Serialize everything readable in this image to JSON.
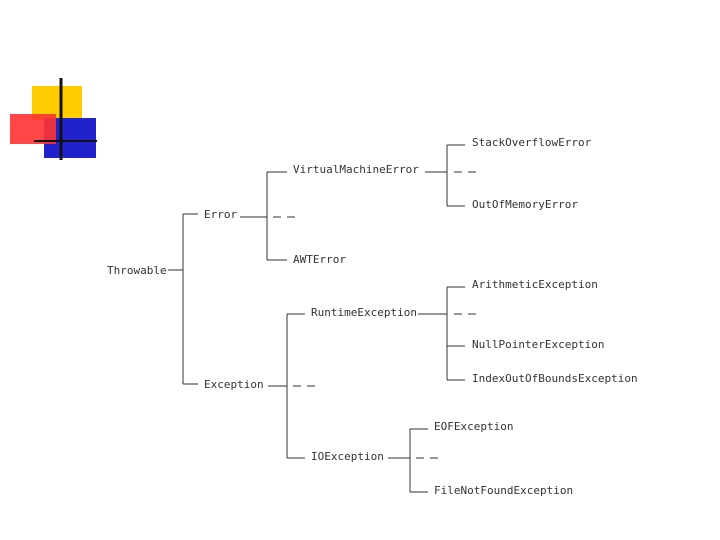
{
  "colors": {
    "background": "#ffffff",
    "line": "#333333",
    "deco_yellow": "#ffcc00",
    "deco_red": "#ff3333",
    "deco_blue": "#2222cc",
    "deco_dark": "#111111"
  },
  "decoration": {
    "icon": "slide-corner-squares-icon"
  },
  "tree": {
    "root": "Throwable",
    "error": {
      "label": "Error",
      "virtual_machine_error": {
        "label": "VirtualMachineError",
        "stack_overflow_error": "StackOverflowError",
        "out_of_memory_error": "OutOfMemoryError"
      },
      "awt_error": "AWTError"
    },
    "exception": {
      "label": "Exception",
      "runtime_exception": {
        "label": "RuntimeException",
        "arithmetic_exception": "ArithmeticException",
        "null_pointer_exception": "NullPointerException",
        "index_out_of_bounds_exception": "IndexOutOfBoundsException"
      },
      "io_exception": {
        "label": "IOException",
        "eof_exception": "EOFException",
        "file_not_found_exception": "FileNotFoundException"
      }
    }
  }
}
